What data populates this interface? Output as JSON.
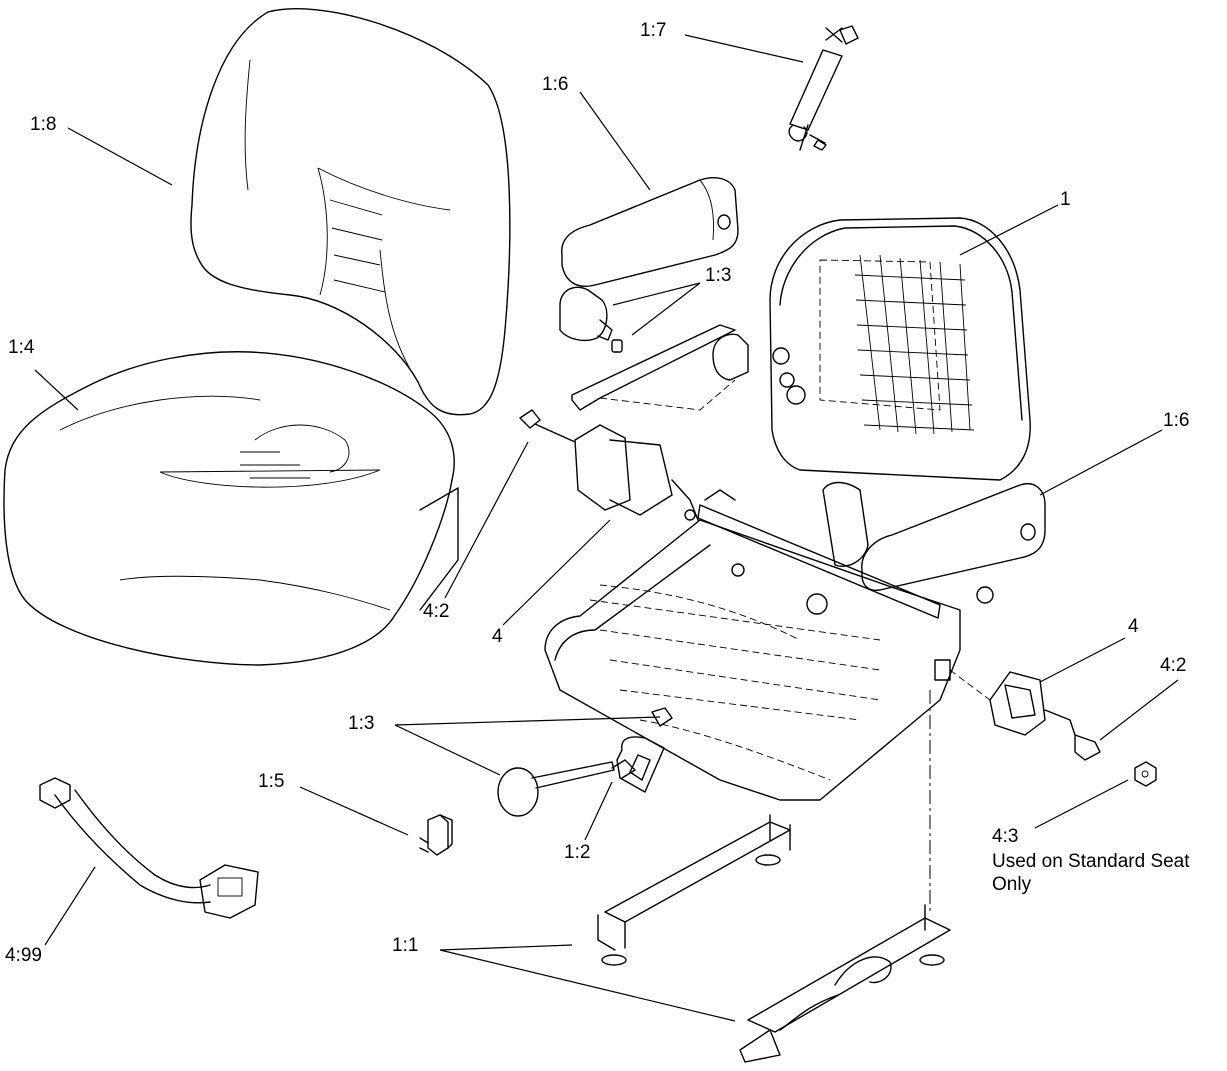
{
  "callouts": {
    "c17": "1:7",
    "c16a": "1:6",
    "c18": "1:8",
    "c1": "1",
    "c13a": "1:3",
    "c14": "1:4",
    "c16b": "1:6",
    "c42a": "4:2",
    "c4a": "4",
    "c4b": "4",
    "c42b": "4:2",
    "c13b": "1:3",
    "c15": "1:5",
    "c12": "1:2",
    "c43": "4:3",
    "c499": "4:99",
    "c11": "1:1"
  },
  "notes": {
    "standard_seat": "Used on Standard Seat",
    "only": "Only"
  }
}
